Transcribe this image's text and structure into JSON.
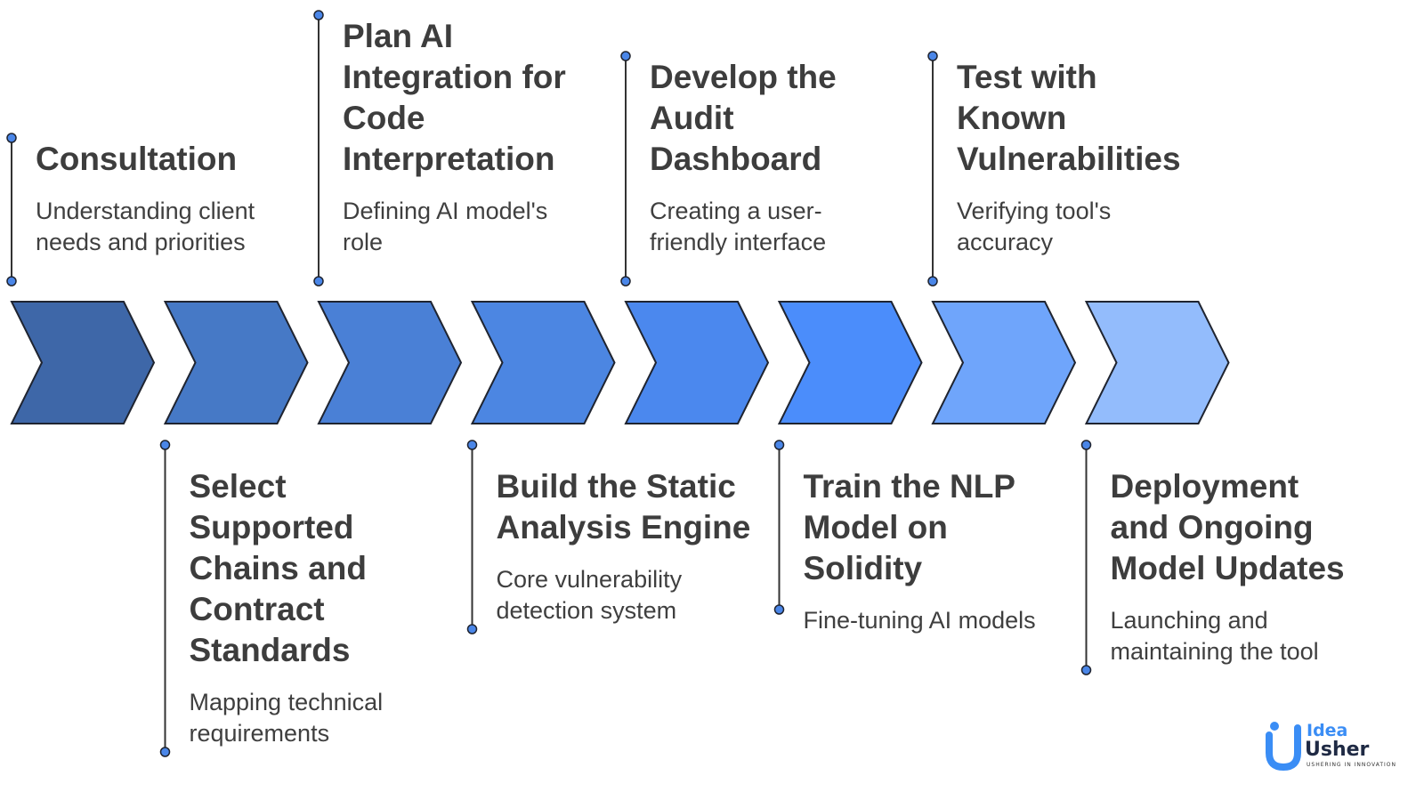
{
  "steps": [
    {
      "title": [
        "Consultation"
      ],
      "description": [
        "Understanding client",
        "needs and priorities"
      ],
      "color": "#3e67a8",
      "side": "top"
    },
    {
      "title": [
        "Select",
        "Supported",
        "Chains and",
        "Contract",
        "Standards"
      ],
      "description": [
        "Mapping technical",
        "requirements"
      ],
      "color": "#4679c6",
      "side": "bottom"
    },
    {
      "title": [
        "Plan AI",
        "Integration for",
        "Code",
        "Interpretation"
      ],
      "description": [
        "Defining AI model's",
        "role"
      ],
      "color": "#4a80d6",
      "side": "top"
    },
    {
      "title": [
        "Build the Static",
        "Analysis Engine"
      ],
      "description": [
        "Core vulnerability",
        "detection system"
      ],
      "color": "#4c86e2",
      "side": "bottom"
    },
    {
      "title": [
        "Develop the",
        "Audit",
        "Dashboard"
      ],
      "description": [
        "Creating a user-",
        "friendly interface"
      ],
      "color": "#4b88ee",
      "side": "top"
    },
    {
      "title": [
        "Train the NLP",
        "Model on Solidity"
      ],
      "description": [
        "Fine-tuning AI models"
      ],
      "color": "#4b8dfb",
      "side": "bottom"
    },
    {
      "title": [
        "Test with",
        "Known",
        "Vulnerabilities"
      ],
      "description": [
        "Verifying tool's",
        "accuracy"
      ],
      "color": "#6fa5fb",
      "side": "top"
    },
    {
      "title": [
        "Deployment",
        "and Ongoing",
        "Model Updates"
      ],
      "description": [
        "Launching and",
        "maintaining the tool"
      ],
      "color": "#93bcfc",
      "side": "bottom"
    }
  ],
  "logo": {
    "word_top": "Idea",
    "word_bottom": "Usher",
    "tagline": "USHERING IN INNOVATION",
    "accent": "#3a8df5",
    "dark": "#1f2a44"
  },
  "colors": {
    "stroke": "#1f2430",
    "dot_fill": "#4a86e8",
    "connector": "#333333"
  }
}
